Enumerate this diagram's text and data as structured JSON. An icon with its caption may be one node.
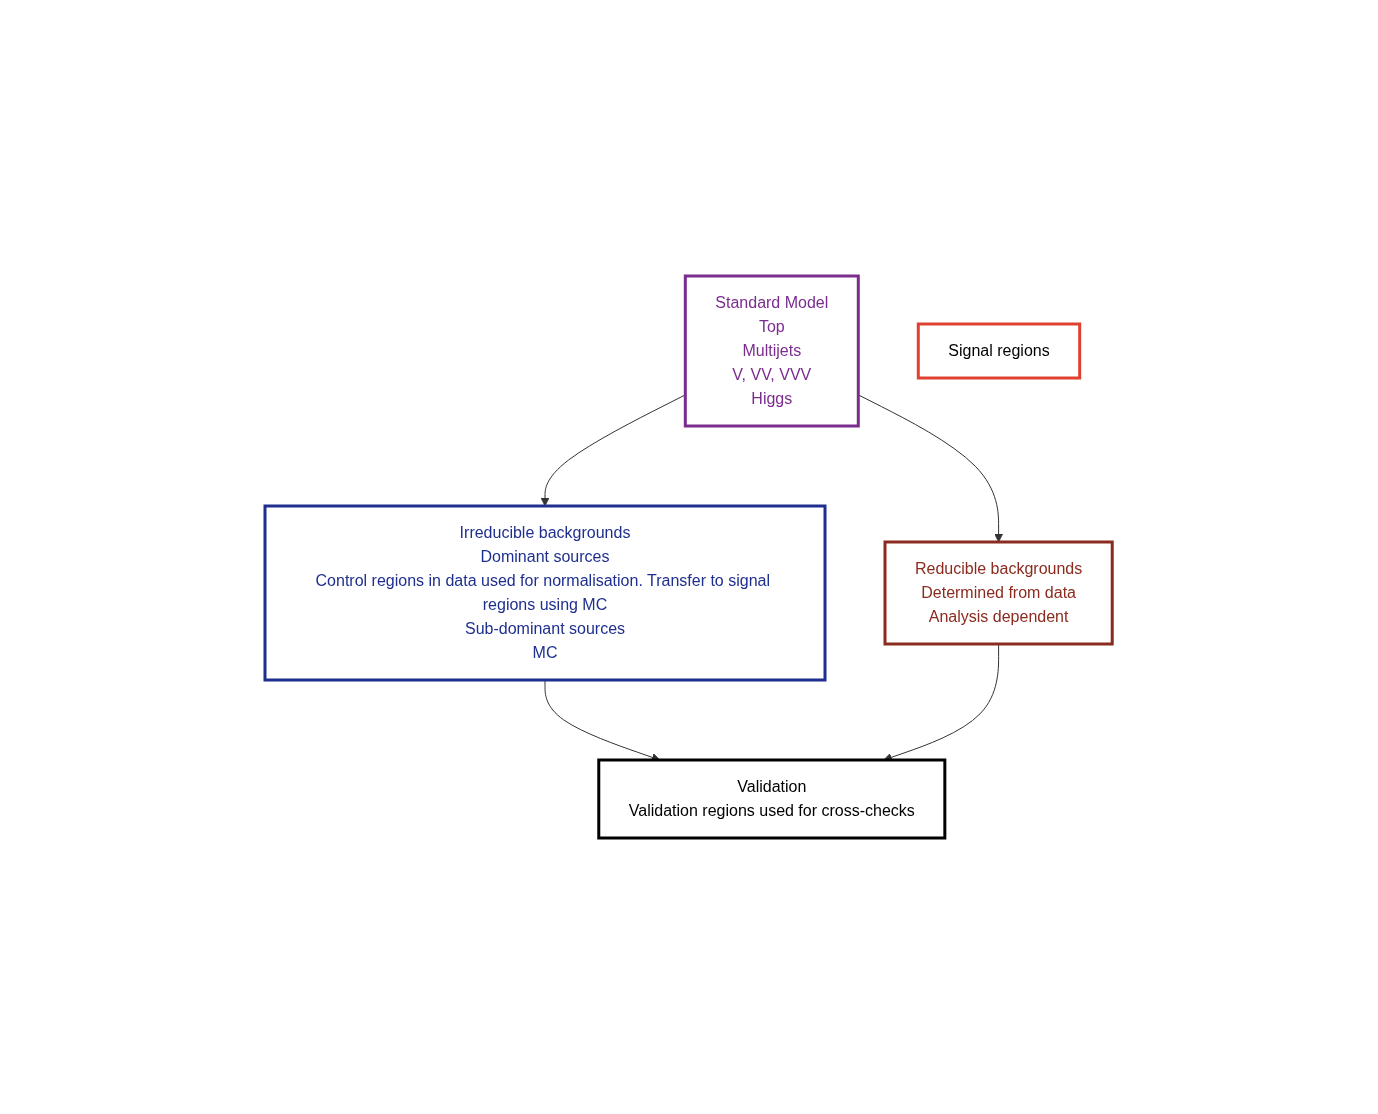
{
  "diagram": {
    "nodes": [
      {
        "text": [
          "Standard Model",
          "Top",
          "Multijets",
          "V, VV, VVV",
          "Higgs"
        ]
      },
      {
        "text": [
          "Irreducible backgrounds",
          "Dominant sources",
          "Control regions in data used for normalisation. Transfer to signal regions using MC",
          "Sub-dominant sources",
          "MC"
        ]
      },
      {
        "text": [
          "Reducible backgrounds",
          "Determined from data",
          "Analysis dependent"
        ]
      },
      {
        "text": [
          "Validation",
          "Validation regions used for cross-checks"
        ]
      },
      {
        "text": [
          "Signal regions"
        ]
      }
    ],
    "edges": [
      {
        "from": 0,
        "to": 1,
        "arrow": "to"
      },
      {
        "from": 0,
        "to": 2,
        "arrow": "to"
      },
      {
        "from": 1,
        "to": 3,
        "arrow": "to"
      },
      {
        "from": 2,
        "to": 3,
        "arrow": "to"
      }
    ]
  }
}
